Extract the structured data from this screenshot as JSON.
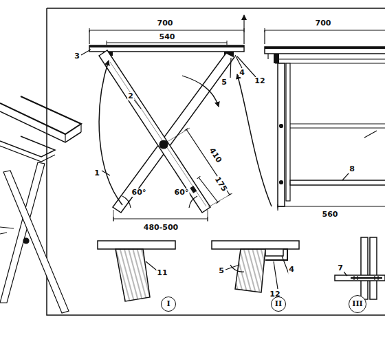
{
  "diagram": {
    "nodes": [
      {
        "text": [
          "I"
        ]
      },
      {
        "text": [
          "II"
        ]
      },
      {
        "text": [
          "III"
        ]
      }
    ],
    "labels": [
      "700",
      "540",
      "3",
      "4",
      "5",
      "12",
      "2",
      "1",
      "60°",
      "410",
      "175",
      "60°",
      "480-500",
      "700",
      "8",
      "560",
      "11",
      "5",
      "4",
      "12",
      "7"
    ]
  }
}
